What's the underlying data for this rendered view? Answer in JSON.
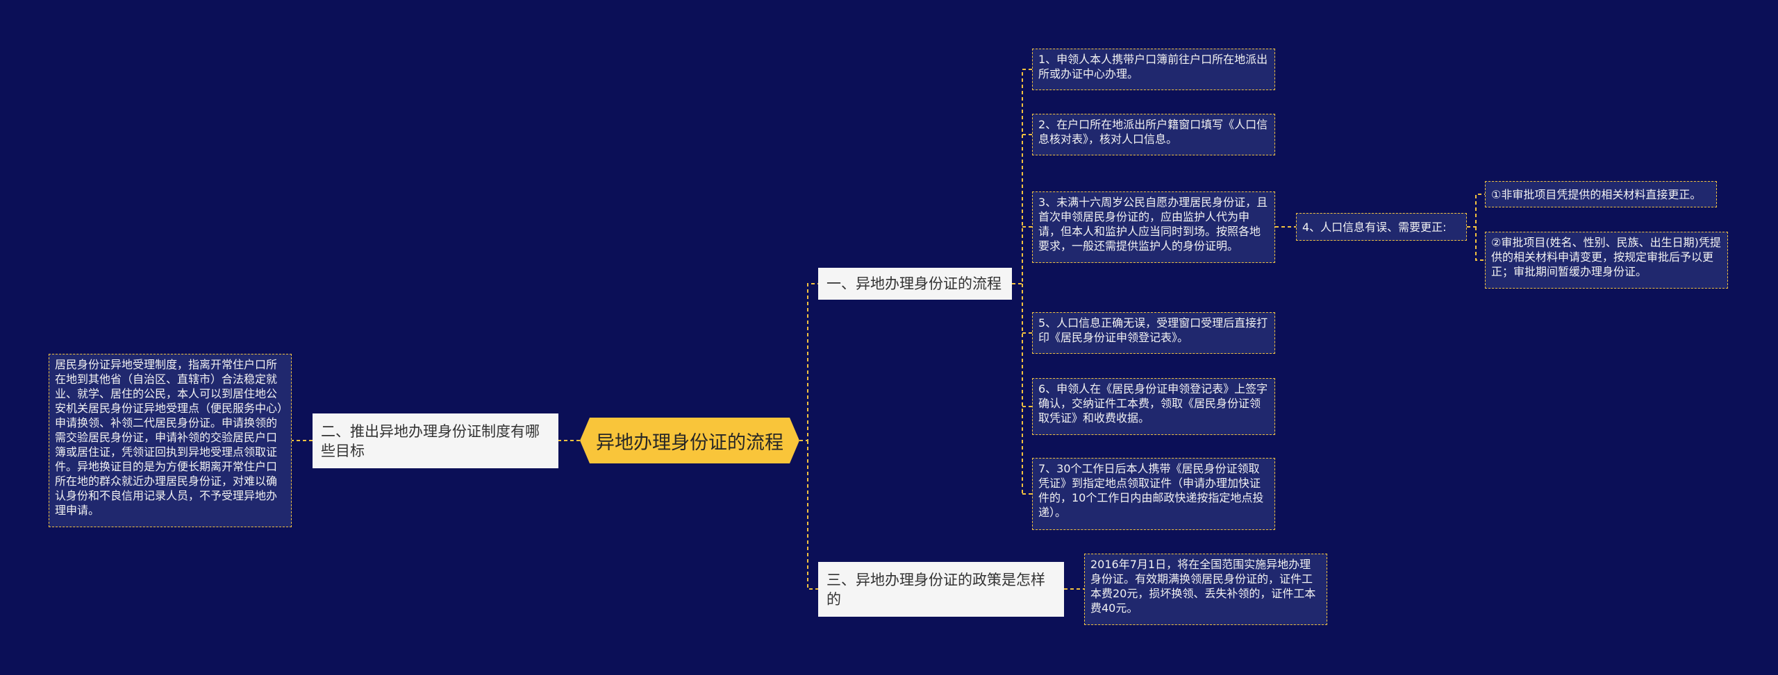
{
  "root": {
    "label": "异地办理身份证的流程"
  },
  "branches": {
    "process": {
      "label": "一、异地办理身份证的流程",
      "steps": [
        "1、申领人本人携带户口簿前往户口所在地派出所或办证中心办理。",
        "2、在户口所在地派出所户籍窗口填写《人口信息核对表》，核对人口信息。",
        "3、未满十六周岁公民自愿办理居民身份证，且首次申领居民身份证的，应由监护人代为申请，但本人和监护人应当同时到场。按照各地要求，一般还需提供监护人的身份证明。",
        "5、人口信息正确无误，受理窗口受理后直接打印《居民身份证申领登记表》。",
        "6、申领人在《居民身份证申领登记表》上签字确认，交纳证件工本费，领取《居民身份证领取凭证》和收费收据。",
        "7、30个工作日后本人携带《居民身份证领取凭证》到指定地点领取证件（申请办理加快证件的，10个工作日内由邮政快递按指定地点投递）。"
      ],
      "step4": {
        "label": "4、人口信息有误、需要更正:",
        "children": [
          "①非审批项目凭提供的相关材料直接更正。",
          "②审批项目(姓名、性别、民族、出生日期)凭提供的相关材料申请变更，按规定审批后予以更正；审批期间暂缓办理身份证。"
        ]
      }
    },
    "goal": {
      "label": "二、推出异地办理身份证制度有哪些目标",
      "detail": "居民身份证异地受理制度，指离开常住户口所在地到其他省（自治区、直辖市）合法稳定就业、就学、居住的公民，本人可以到居住地公安机关居民身份证异地受理点（便民服务中心）申请换领、补领二代居民身份证。申请换领的需交验居民身份证，申请补领的交验居民户口簿或居住证，凭领证回执到异地受理点领取证件。异地换证目的是为方便长期离开常住户口所在地的群众就近办理居民身份证，对难以确认身份和不良信用记录人员，不予受理异地办理申请。"
    },
    "policy": {
      "label": "三、异地办理身份证的政策是怎样的",
      "detail": "2016年7月1日，将在全国范围实施异地办理身份证。有效期满换领居民身份证的，证件工本费20元，损坏换领、丢失补领的，证件工本费40元。"
    }
  },
  "colors": {
    "background": "#0b0f57",
    "root_fill": "#f9c53a",
    "connector": "#f3c23f",
    "branch_fill": "#f5f5f5",
    "leaf_fill": "#20286e"
  }
}
